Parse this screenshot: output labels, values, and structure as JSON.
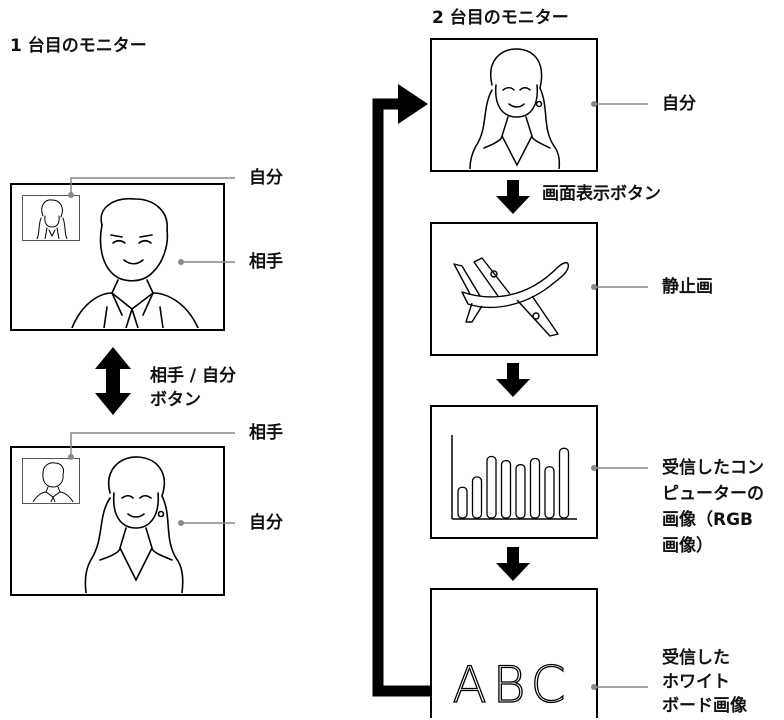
{
  "monitor1": {
    "title": "1 台目のモニター",
    "top_labels": {
      "pip": "自分",
      "main": "相手"
    },
    "button_label_line1": "相手 / 自分",
    "button_label_line2": "ボタン",
    "bottom_labels": {
      "pip": "相手",
      "main": "自分"
    }
  },
  "monitor2": {
    "title": "2 台目のモニター",
    "screens": [
      {
        "label_lines": [
          "自分"
        ]
      },
      {
        "label_lines": [
          "静止画"
        ]
      },
      {
        "label_lines": [
          "受信したコン",
          "ピューターの",
          "画像（RGB",
          "画像）"
        ]
      },
      {
        "label_lines": [
          "受信した",
          "ホワイト",
          "ボード画像"
        ]
      }
    ],
    "button_label": "画面表示ボタン",
    "whiteboard_text": "ABC"
  },
  "chart_data": {
    "type": "bar",
    "values": [
      3,
      4,
      6,
      5.6,
      5.2,
      5.8,
      5,
      6.8
    ],
    "ylim": [
      0,
      8
    ],
    "grid": false
  },
  "colors": {
    "line": "#000000",
    "callout": "#888888"
  }
}
